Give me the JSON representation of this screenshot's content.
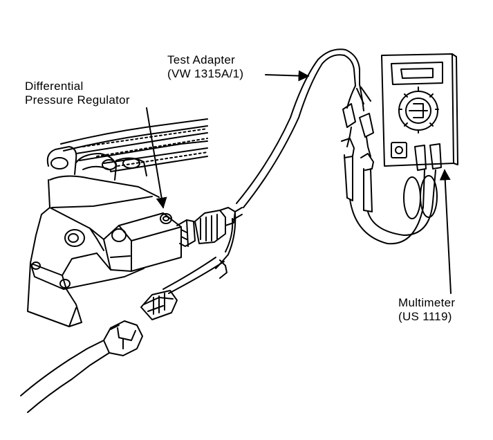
{
  "labels": {
    "differential_regulator": {
      "line1": "Differential",
      "line2": "Pressure Regulator"
    },
    "test_adapter": {
      "line1": "Test Adapter",
      "line2": "(VW 1315A/1)"
    },
    "multimeter": {
      "line1": "Multimeter",
      "line2": "(US 1119)"
    }
  },
  "colors": {
    "ink": "#000000",
    "paper": "#ffffff"
  }
}
